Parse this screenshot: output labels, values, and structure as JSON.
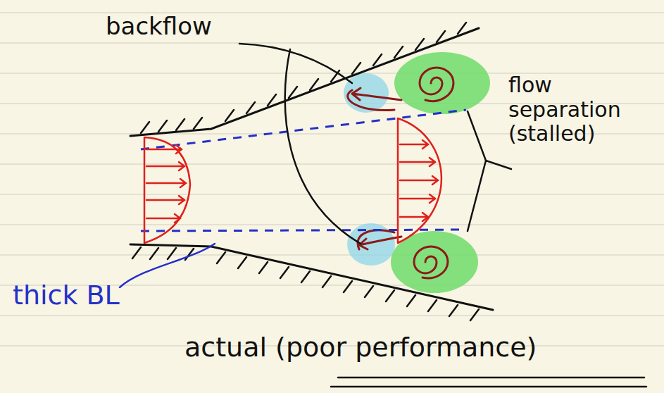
{
  "diagram": {
    "caption": "actual (poor performance)",
    "labels": [
      "backflow",
      "flow separation (stalled)",
      "thick BL"
    ]
  }
}
